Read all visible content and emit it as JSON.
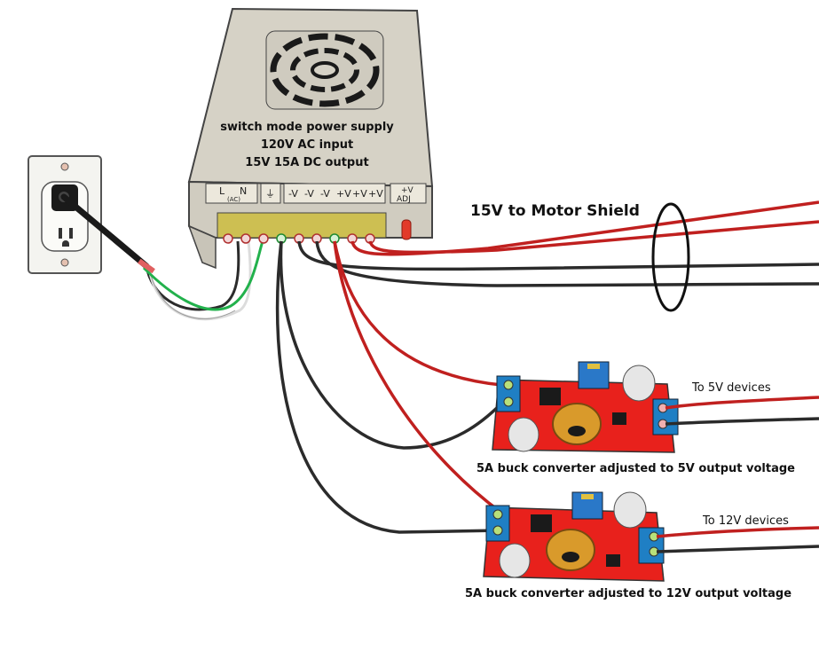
{
  "title": "15V switch mode power supply wiring with buck converters",
  "power_supply": {
    "label_lines": [
      "switch mode power supply",
      "120V AC input",
      "15V 15A DC output"
    ],
    "terminal_labels": [
      "L",
      "N",
      "(AC)",
      "⏚",
      "-V",
      "-V",
      "-V",
      "+V",
      "+V",
      "+V",
      "+V",
      "ADJ"
    ]
  },
  "outlet": {
    "name": "wall outlet"
  },
  "motor_shield": {
    "label": "15V to Motor Shield"
  },
  "converters": [
    {
      "label": "5A buck converter adjusted to 5V output voltage",
      "output_label": "To 5V devices"
    },
    {
      "label": "5A buck converter adjusted to 12V output voltage",
      "output_label": "To 12V devices"
    }
  ],
  "colors": {
    "wire_red": "#c0201f",
    "wire_black": "#2b2b2b",
    "wire_green": "#22b14c",
    "wire_white": "#e6e6e6",
    "psu_body": "#d6d2c6",
    "pcb_red": "#e8211c",
    "terminal_blue": "#1f7fc4",
    "inductor_gold": "#d99a2b"
  }
}
